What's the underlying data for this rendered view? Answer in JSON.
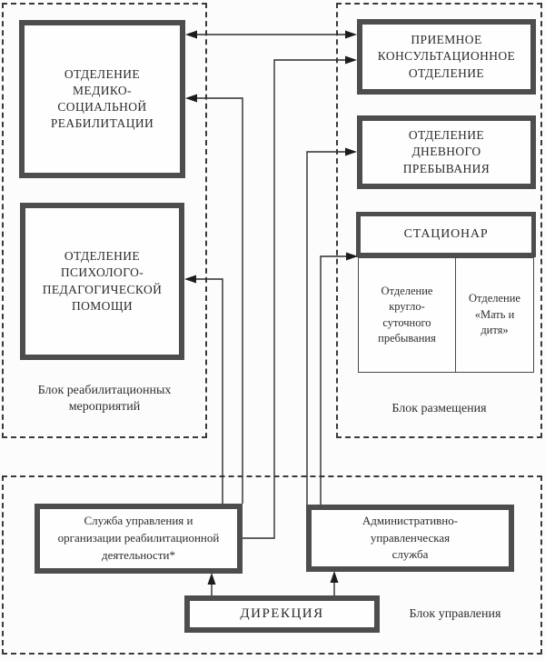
{
  "diagram": {
    "kind": "organizational-structure",
    "language": "ru"
  },
  "colors": {
    "background": "#fcfcfc",
    "box_border": "#4d4d4d",
    "dashed_border": "#3a3a3a",
    "connector": "#2d2d2d",
    "text": "#2b2b2b"
  },
  "blocks": {
    "rehab": {
      "label": "Блок реабилитационных\nмероприятий"
    },
    "placement": {
      "label": "Блок размещения"
    },
    "management": {
      "label": "Блок управления"
    }
  },
  "nodes": {
    "medsocial": {
      "label": "ОТДЕЛЕНИЕ\nМЕДИКО-\nСОЦИАЛЬНОЙ\nРЕАБИЛИТАЦИИ"
    },
    "psychped": {
      "label": "ОТДЕЛЕНИЕ\nПСИХОЛОГО-\nПЕДАГОГИЧЕСКОЙ\nПОМОЩИ"
    },
    "admission": {
      "label": "ПРИЕМНОЕ\nКОНСУЛЬТАЦИОННОЕ\nОТДЕЛЕНИЕ"
    },
    "daystay": {
      "label": "ОТДЕЛЕНИЕ\nДНЕВНОГО\nПРЕБЫВАНИЯ"
    },
    "inpatient": {
      "label": "СТАЦИОНАР"
    },
    "roundclock": {
      "label": "Отделение\nкругло-\nсуточного\nпребывания"
    },
    "motherchild": {
      "label": "Отделение\n«Мать и\nдитя»"
    },
    "rehabservice": {
      "label": "Служба управления и\nорганизации реабилитационной\nдеятельности*"
    },
    "adminservice": {
      "label": "Административно-\nуправленческая\nслужба"
    },
    "directorate": {
      "label": "ДИРЕКЦИЯ"
    }
  },
  "edges": [
    {
      "from": "medsocial",
      "to": "admission",
      "direction": "both"
    },
    {
      "from": "rehabservice",
      "to": "admission",
      "direction": "one-way"
    },
    {
      "from": "rehabservice",
      "to": "medsocial",
      "direction": "one-way"
    },
    {
      "from": "rehabservice",
      "to": "psychped",
      "direction": "one-way"
    },
    {
      "from": "adminservice",
      "to": "daystay",
      "direction": "one-way"
    },
    {
      "from": "adminservice",
      "to": "inpatient",
      "direction": "one-way"
    },
    {
      "from": "directorate",
      "to": "rehabservice",
      "direction": "one-way"
    },
    {
      "from": "directorate",
      "to": "adminservice",
      "direction": "one-way"
    }
  ]
}
